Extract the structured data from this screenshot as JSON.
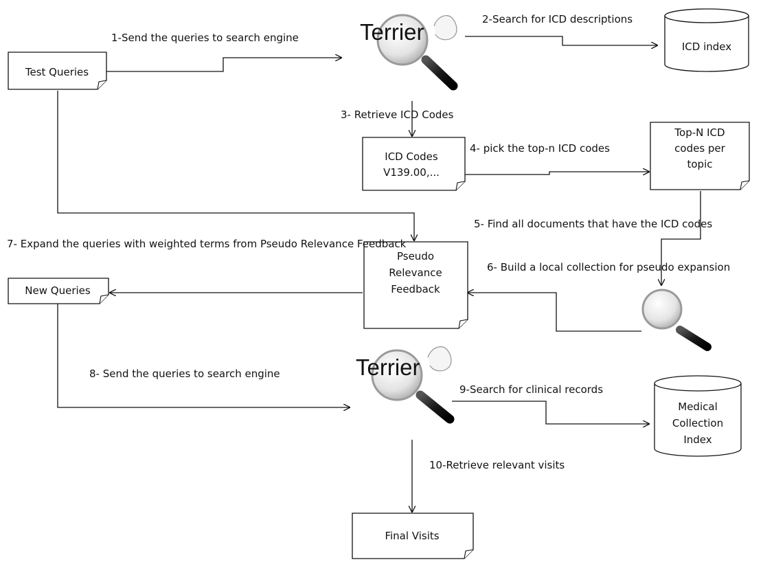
{
  "nodes": {
    "test_queries": "Test Queries",
    "terrier_top": "Terrier",
    "icd_index": "ICD index",
    "icd_codes": [
      "ICD Codes",
      "V139.00,..."
    ],
    "top_n": [
      "Top-N ICD",
      "codes per",
      "topic"
    ],
    "prf": [
      "Pseudo",
      "Relevance",
      "Feedback"
    ],
    "new_queries": "New Queries",
    "terrier_bottom": "Terrier",
    "medical_index": [
      "Medical",
      "Collection",
      "Index"
    ],
    "final_visits": "Final Visits"
  },
  "steps": {
    "s1": "1-Send the queries to search engine",
    "s2": "2-Search for ICD descriptions",
    "s3": "3- Retrieve  ICD Codes",
    "s4": "4- pick the top-n ICD codes",
    "s5": "5- Find all documents that  have the ICD codes",
    "s6": "6- Build a local collection for pseudo expansion",
    "s7": "7- Expand the queries with weighted terms from Pseudo Relevance Feedback",
    "s8": "8- Send the queries to search engine",
    "s9": "9-Search for clinical records",
    "s10": "10-Retrieve relevant visits"
  }
}
